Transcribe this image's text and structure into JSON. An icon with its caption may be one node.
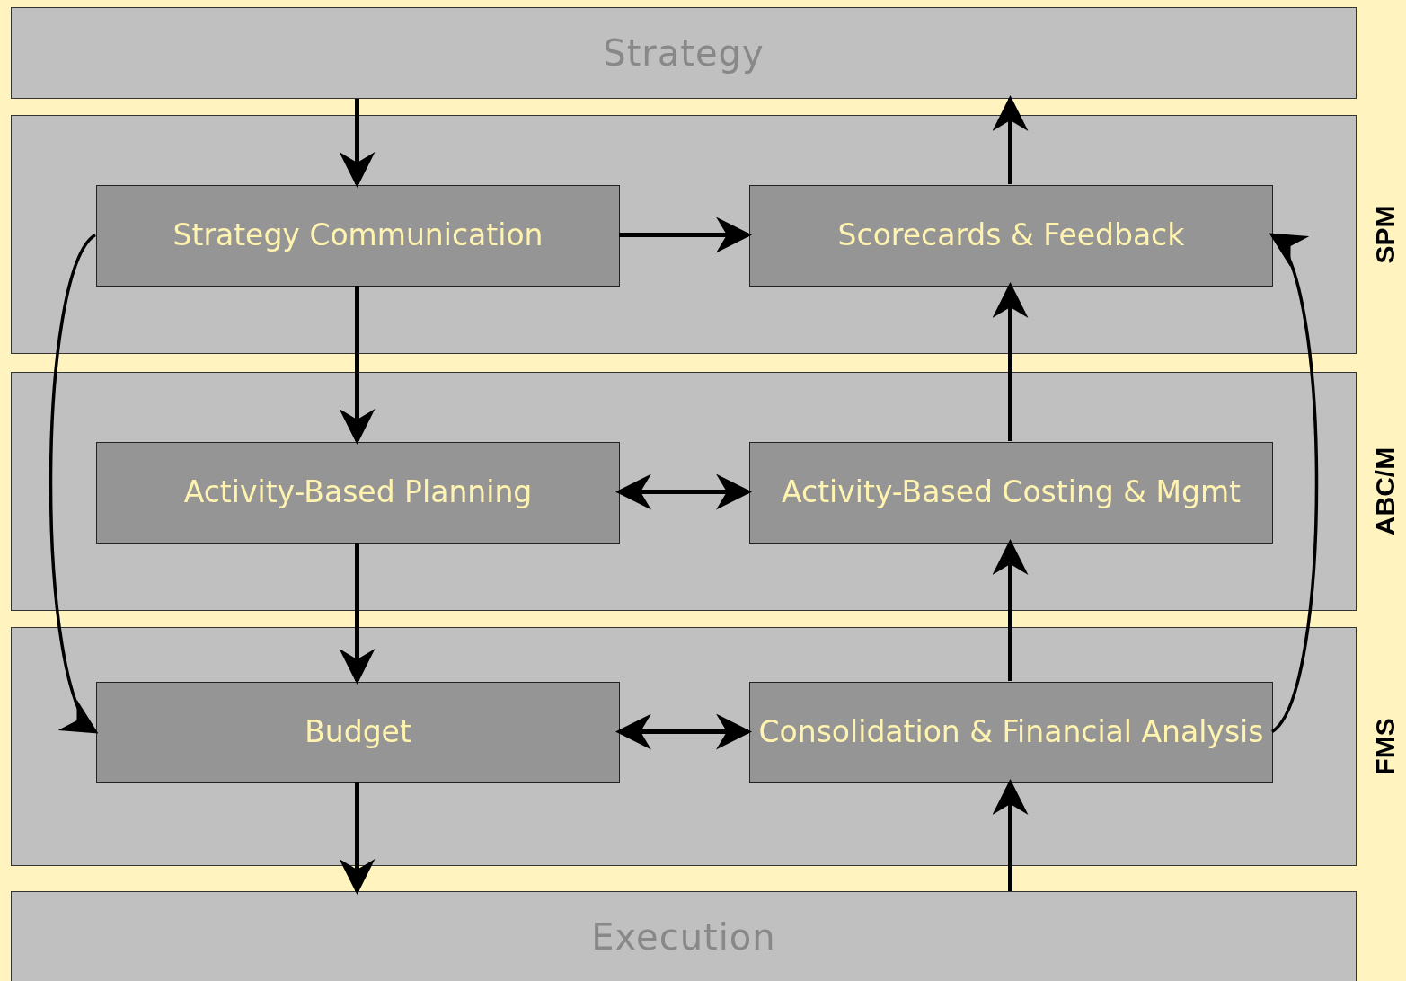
{
  "diagram": {
    "nodes": [
      {
        "text": [
          "Strategy"
        ]
      },
      {
        "text": [
          "SPM"
        ]
      },
      {
        "text": [
          "Strategy Communication"
        ],
        "in": 1
      },
      {
        "text": [
          "Scorecards & Feedback"
        ],
        "in": 1
      },
      {
        "text": [
          "ABC/M"
        ]
      },
      {
        "text": [
          "Activity-Based Planning"
        ],
        "in": 4
      },
      {
        "text": [
          "Activity-Based Costing & Mgmt"
        ],
        "in": 4
      },
      {
        "text": [
          "FMS"
        ]
      },
      {
        "text": [
          "Budget"
        ],
        "in": 7
      },
      {
        "text": [
          "Consolidation & Financial Analysis"
        ],
        "in": 7
      },
      {
        "text": [
          "Execution"
        ]
      }
    ],
    "edges": [
      {
        "from": 0,
        "to": 2,
        "arrow": "to"
      },
      {
        "from": 2,
        "to": 3,
        "arrow": "to"
      },
      {
        "from": 2,
        "to": 5,
        "arrow": "to"
      },
      {
        "from": 5,
        "to": 6,
        "arrow": "both"
      },
      {
        "from": 5,
        "to": 8,
        "arrow": "to"
      },
      {
        "from": 8,
        "to": 9,
        "arrow": "both"
      },
      {
        "from": 8,
        "to": 10,
        "arrow": "to"
      },
      {
        "from": 10,
        "to": 9,
        "arrow": "to"
      },
      {
        "from": 9,
        "to": 6,
        "arrow": "to"
      },
      {
        "from": 6,
        "to": 3,
        "arrow": "to"
      },
      {
        "from": 3,
        "to": 0,
        "arrow": "to"
      },
      {
        "from": 2,
        "to": 8,
        "arrow": "to"
      },
      {
        "from": 9,
        "to": 3,
        "arrow": "to"
      }
    ]
  }
}
